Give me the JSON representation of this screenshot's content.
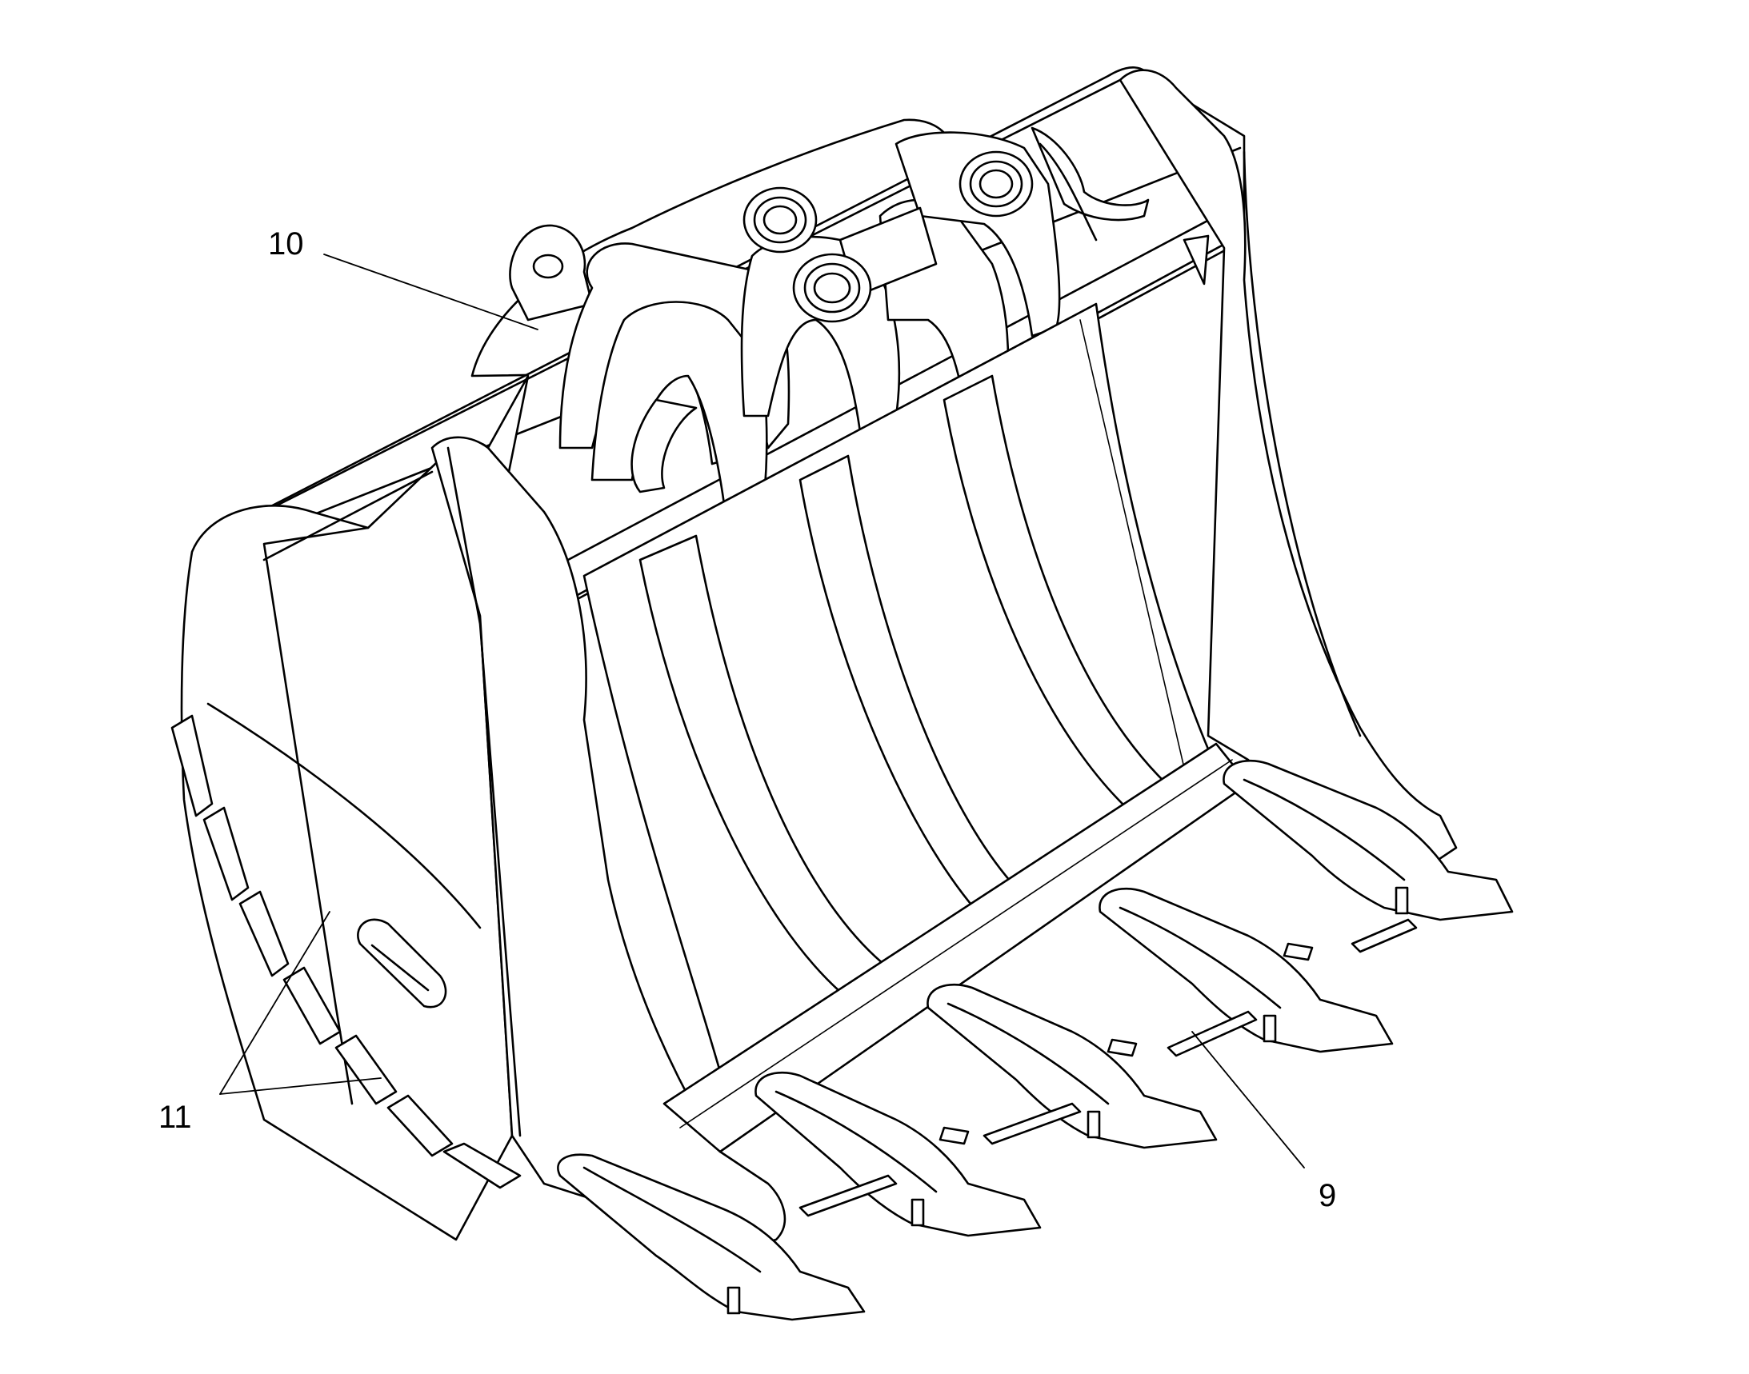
{
  "diagram": {
    "subject": "excavator-rock-bucket",
    "colors": {
      "line": "#000000",
      "background": "#ffffff"
    },
    "callouts": [
      {
        "id": "callout-10",
        "label": "10"
      },
      {
        "id": "callout-11",
        "label": "11"
      },
      {
        "id": "callout-9",
        "label": "9"
      }
    ]
  }
}
